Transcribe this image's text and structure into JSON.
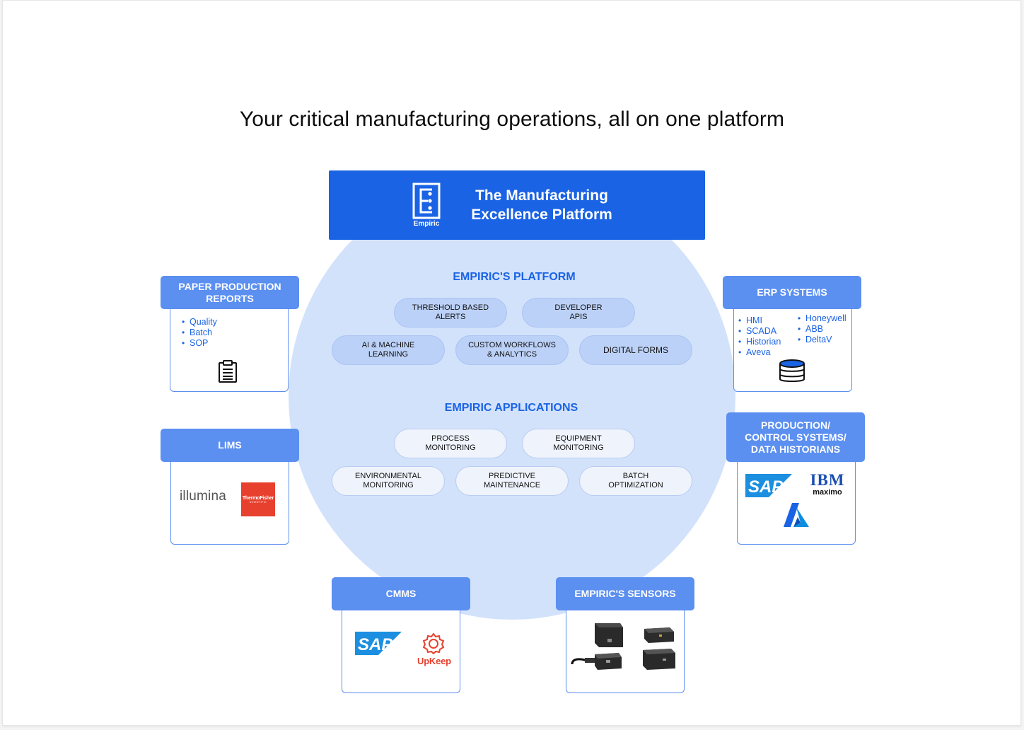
{
  "title": "Your critical manufacturing operations, all on one platform",
  "header": {
    "logo_text": "Empiric",
    "title_line1": "The Manufacturing",
    "title_line2": "Excellence Platform",
    "bg_color": "#1a63e4"
  },
  "platform": {
    "label": "EMPIRIC'S PLATFORM",
    "pills": [
      {
        "line1": "THRESHOLD BASED",
        "line2": "ALERTS"
      },
      {
        "line1": "DEVELOPER",
        "line2": "APIS"
      },
      {
        "line1": "AI & MACHINE",
        "line2": "LEARNING"
      },
      {
        "line1": "CUSTOM WORKFLOWS",
        "line2": "& ANALYTICS"
      },
      {
        "line1": "DIGITAL FORMS",
        "line2": ""
      }
    ]
  },
  "applications": {
    "label": "EMPIRIC APPLICATIONS",
    "pills": [
      {
        "line1": "PROCESS",
        "line2": "MONITORING"
      },
      {
        "line1": "EQUIPMENT",
        "line2": "MONITORING"
      },
      {
        "line1": "ENVIRONMENTAL",
        "line2": "MONITORING"
      },
      {
        "line1": "PREDICTIVE",
        "line2": "MAINTENANCE"
      },
      {
        "line1": "BATCH",
        "line2": "OPTIMIZATION"
      }
    ]
  },
  "cards": {
    "paper": {
      "title_line1": "PAPER PRODUCTION",
      "title_line2": "REPORTS",
      "items": [
        "Quality",
        "Batch",
        "SOP"
      ],
      "icon": "clipboard-icon"
    },
    "lims": {
      "title": "LIMS",
      "brand1": "illumina",
      "brand2_line1": "ThermoFisher",
      "brand2_line2": "SCIENTIFIC"
    },
    "erp": {
      "title": "ERP SYSTEMS",
      "items_left": [
        "HMI",
        "SCADA",
        "Historian",
        "Aveva"
      ],
      "items_right": [
        "Honeywell",
        "ABB",
        "DeltaV"
      ],
      "icon": "database-icon"
    },
    "production": {
      "title_line1": "PRODUCTION/",
      "title_line2": "CONTROL SYSTEMS/",
      "title_line3": "DATA HISTORIANS",
      "brand_sap": "SAP",
      "brand_ibm": "IBM",
      "brand_ibm_sub": "maximo",
      "icon": "azure-icon"
    },
    "cmms": {
      "title": "CMMS",
      "brand_sap": "SAP",
      "brand_upkeep": "UpKeep",
      "icon": "gear-icon"
    },
    "sensors": {
      "title": "EMPIRIC'S SENSORS",
      "icon": "sensor-device-icon"
    }
  },
  "colors": {
    "accent": "#1a63e4",
    "tab": "#5b8ff0",
    "circle": "#d3e2fb",
    "sap": "#1c8fe0",
    "thermo": "#e8402e",
    "upkeep": "#e8402e"
  }
}
